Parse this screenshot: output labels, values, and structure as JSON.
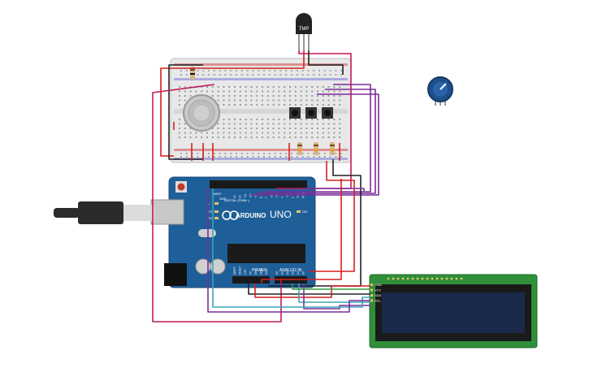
{
  "sensor": {
    "label": "TMP"
  },
  "arduino": {
    "brand": "ARDUINO",
    "model": "UNO",
    "digital_header_label": "DIGITAL (PWM~)",
    "power_label": "POWER",
    "analog_label": "ANALOG IN",
    "aref_label": "AREF",
    "gnd_label": "GND",
    "led_l": "L",
    "led_tx": "TX",
    "led_rx": "RX",
    "on_label": "ON",
    "digital_pins": [
      "13",
      "12",
      "~11",
      "~10",
      "~9",
      "8",
      "7",
      "~6",
      "~5",
      "4",
      "~3",
      "2",
      "TX 1",
      "RX 0"
    ],
    "power_pins": [
      "IOREF",
      "RESET",
      "3.3V",
      "5V",
      "GND",
      "GND",
      "Vin"
    ],
    "analog_pins": [
      "A0",
      "A1",
      "A2",
      "A3",
      "A4",
      "A5"
    ]
  },
  "lcd": {
    "pins": [
      "GND",
      "VCC",
      "SDA",
      "SCL"
    ]
  },
  "colors": {
    "breadboard": "#e6e6e6",
    "arduino_board": "#1f5f99",
    "lcd_pcb": "#2f8f3a",
    "lcd_screen": "#1b2a4a",
    "wire_red": "#d42020",
    "wire_black": "#222222",
    "wire_magenta": "#c2185b",
    "wire_purple": "#7b2d9a",
    "wire_teal": "#3aa6b9",
    "wire_green": "#2e9e3e",
    "pot_knob": "#1e4f8a"
  }
}
